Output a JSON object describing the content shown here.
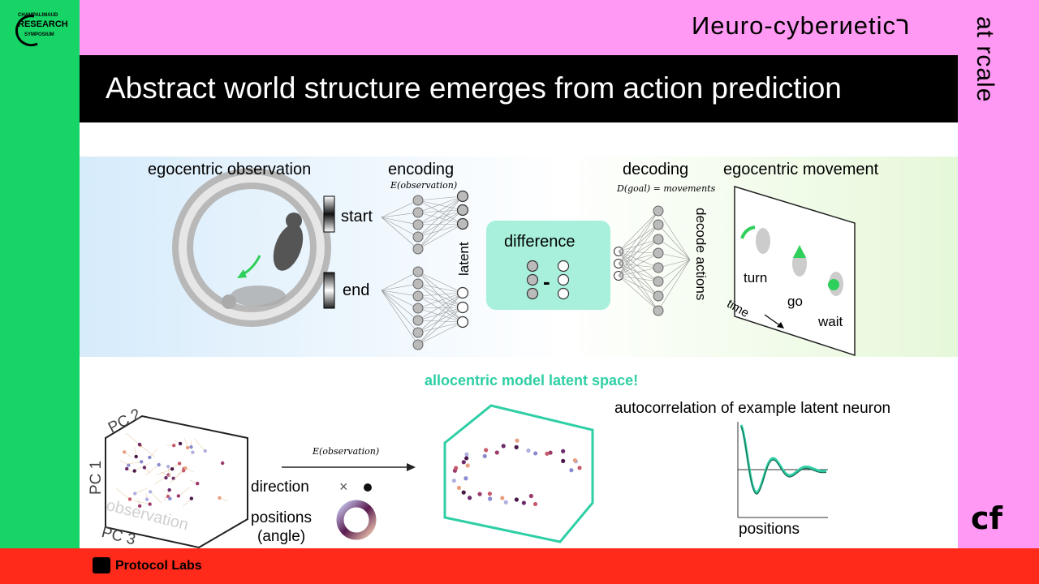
{
  "header": {
    "series_title": "Иeuro-cyberиeticר",
    "series_vertical": "at rcale",
    "logo_line1": "CHAMPALIMAUD",
    "logo_line2": "RESEARCH",
    "logo_line3": "SYMPOSIUM"
  },
  "slide": {
    "title": "Abstract world structure emerges from action prediction"
  },
  "diagram": {
    "egocentric_observation": "egocentric observation",
    "encoding": "encoding",
    "encoding_formula": "E(observation)",
    "start": "start",
    "end": "end",
    "latent": "latent",
    "difference": "difference",
    "minus": "-",
    "decoding": "decoding",
    "decoding_formula": "D(goal) = movements",
    "decode_actions": "decode actions",
    "egocentric_movement": "egocentric movement",
    "turn": "turn",
    "go": "go",
    "wait": "wait",
    "time": "time"
  },
  "lower": {
    "highlight": "allocentric model latent space!",
    "pc1": "PC 1",
    "pc2": "PC 2",
    "pc3": "PC 3",
    "observation": "observation",
    "arrow_formula": "E(observation)",
    "direction": "direction",
    "direction_cross": "×",
    "positions": "positions",
    "angle": "(angle)",
    "autocorr_title": "autocorrelation of example latent neuron",
    "autocorr_xlabel": "positions"
  },
  "footer": {
    "brand": "Protocol Labs"
  },
  "colors": {
    "green_bar": "#16d466",
    "pink_bar": "#ff99f4",
    "red_bar": "#ff2a1a",
    "teal_accent": "#2ecfa5",
    "difference_box": "#a8f0dc"
  }
}
